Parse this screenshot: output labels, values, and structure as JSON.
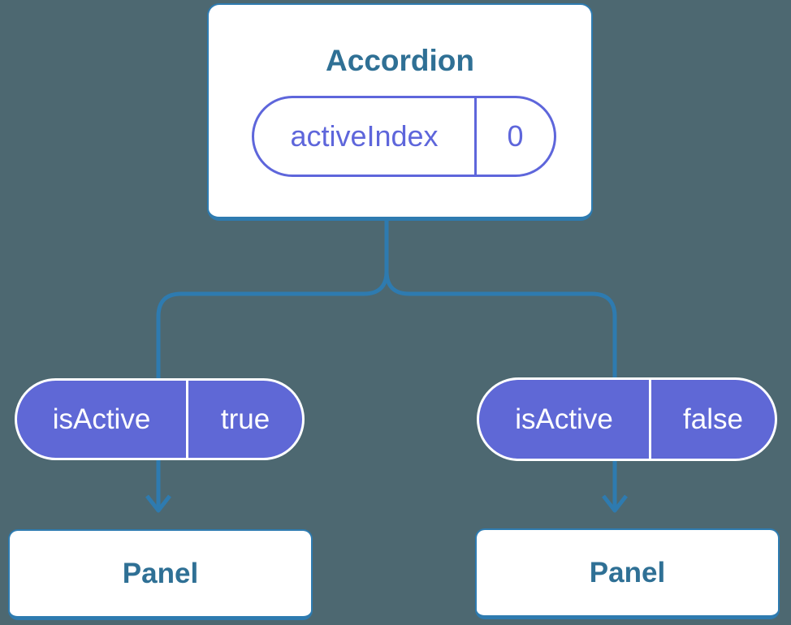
{
  "diagram": {
    "root": {
      "title": "Accordion",
      "state": {
        "name": "activeIndex",
        "value": "0"
      }
    },
    "props": [
      {
        "name": "isActive",
        "value": "true"
      },
      {
        "name": "isActive",
        "value": "false"
      }
    ],
    "children": [
      {
        "title": "Panel"
      },
      {
        "title": "Panel"
      }
    ],
    "colors": {
      "background": "#4D6871",
      "card_background": "#FFFFFF",
      "connector_blue": "#2E7BB0",
      "label_blue": "#2F7095",
      "state_pill_purple": "#5E66DB",
      "prop_pill_fill": "#5F68D6",
      "prop_pill_text": "#FFFFFF"
    }
  }
}
